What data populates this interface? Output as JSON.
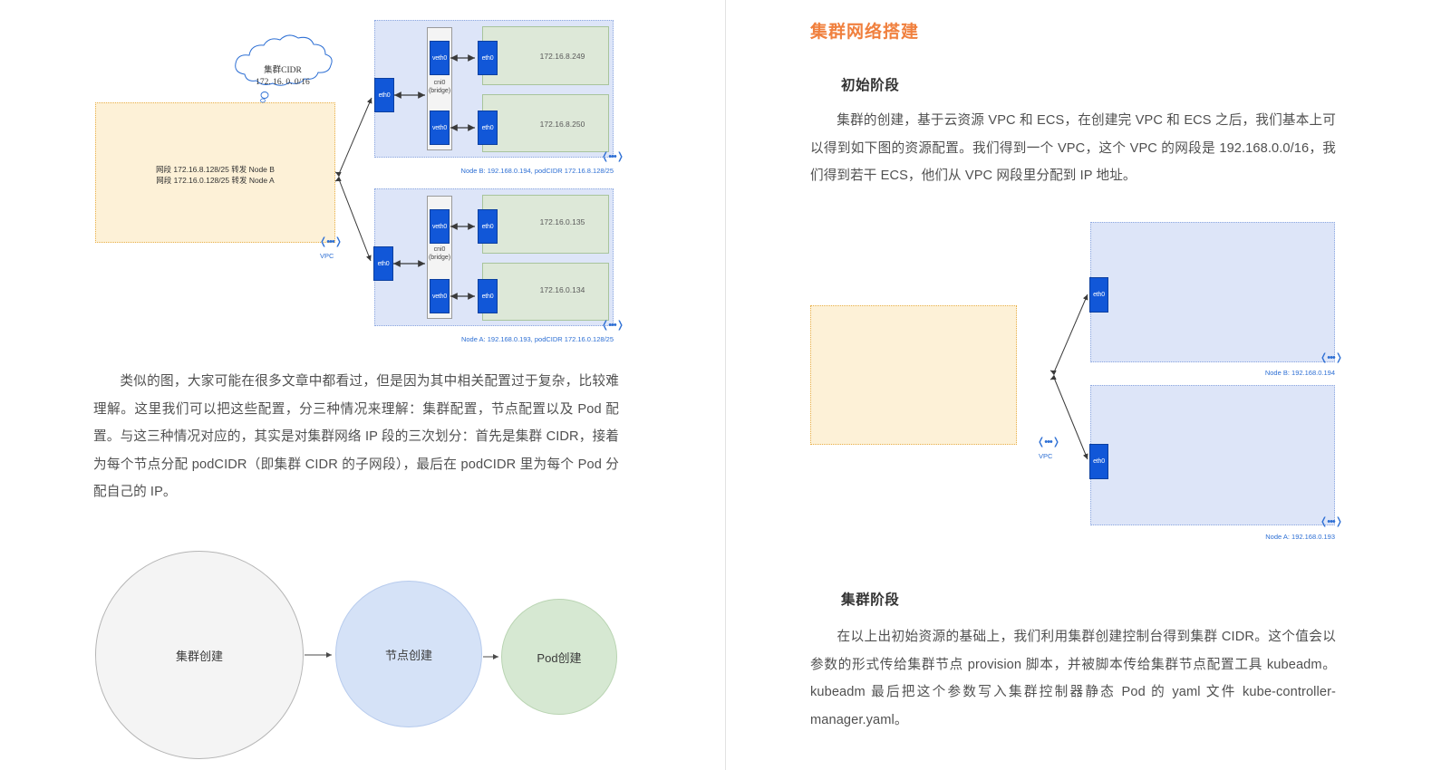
{
  "left_column": {
    "diagram_top": {
      "cloud": {
        "line1": "集群CIDR",
        "line2": "172. 16. 0. 0/16"
      },
      "vpc": {
        "line1": "网段 172.16.8.128/25 转发 Node B",
        "line2": "网段 172.16.0.128/25 转发 Node A",
        "caption": "VPC"
      },
      "nodes": [
        {
          "eth0": "eth0",
          "bridge_line1": "cni0",
          "bridge_line2": "(bridge)",
          "veths": [
            "veth0",
            "veth0"
          ],
          "pod_eths": [
            "eth0",
            "eth0"
          ],
          "pod_ips": [
            "172.16.8.249",
            "172.16.8.250"
          ],
          "caption": "Node B: 192.168.0.194, podCIDR 172.16.8.128/25"
        },
        {
          "eth0": "eth0",
          "bridge_line1": "cni0",
          "bridge_line2": "(bridge)",
          "veths": [
            "veth0",
            "veth0"
          ],
          "pod_eths": [
            "eth0",
            "eth0"
          ],
          "pod_ips": [
            "172.16.0.135",
            "172.16.0.134"
          ],
          "caption": "Node A: 192.168.0.193, podCIDR 172.16.0.128/25"
        }
      ]
    },
    "paragraph": "类似的图，大家可能在很多文章中都看过，但是因为其中相关配置过于复杂，比较难理解。这里我们可以把这些配置，分三种情况来理解：集群配置，节点配置以及 Pod 配置。与这三种情况对应的，其实是对集群网络 IP 段的三次划分：首先是集群 CIDR，接着为每个节点分配 podCIDR（即集群 CIDR 的子网段），最后在 podCIDR 里为每个 Pod 分配自己的 IP。",
    "flow_circles": [
      {
        "label": "集群创建"
      },
      {
        "label": "节点创建"
      },
      {
        "label": "Pod创建"
      }
    ]
  },
  "right_column": {
    "title": "集群网络搭建",
    "sections": [
      {
        "heading": "初始阶段",
        "paragraph": "集群的创建，基于云资源 VPC 和 ECS，在创建完 VPC 和 ECS 之后，我们基本上可以得到如下图的资源配置。我们得到一个 VPC，这个 VPC 的网段是 192.168.0.0/16，我们得到若干 ECS，他们从 VPC 网段里分配到 IP 地址。"
      },
      {
        "heading": "集群阶段",
        "paragraph": "在以上出初始资源的基础上，我们利用集群创建控制台得到集群 CIDR。这个值会以参数的形式传给集群节点 provision 脚本，并被脚本传给集群节点配置工具 kubeadm。kubeadm 最后把这个参数写入集群控制器静态 Pod 的 yaml 文件 kube-controller-manager.yaml。"
      }
    ],
    "diagram": {
      "vpc_caption": "VPC",
      "nodes": [
        {
          "eth0": "eth0",
          "caption": "Node B: 192.168.0.194"
        },
        {
          "eth0": "eth0",
          "caption": "Node A: 192.168.0.193"
        }
      ]
    }
  },
  "colors": {
    "accent_orange": "#F0803E",
    "vpc_fill": "#FDF1D7",
    "node_fill": "#DDE5F8",
    "pod_fill": "#DDE8D8",
    "iface_blue": "#1157D8",
    "caption_blue": "#2D6FD4"
  },
  "icons": {
    "chevron_badge": "❬•••❭"
  }
}
